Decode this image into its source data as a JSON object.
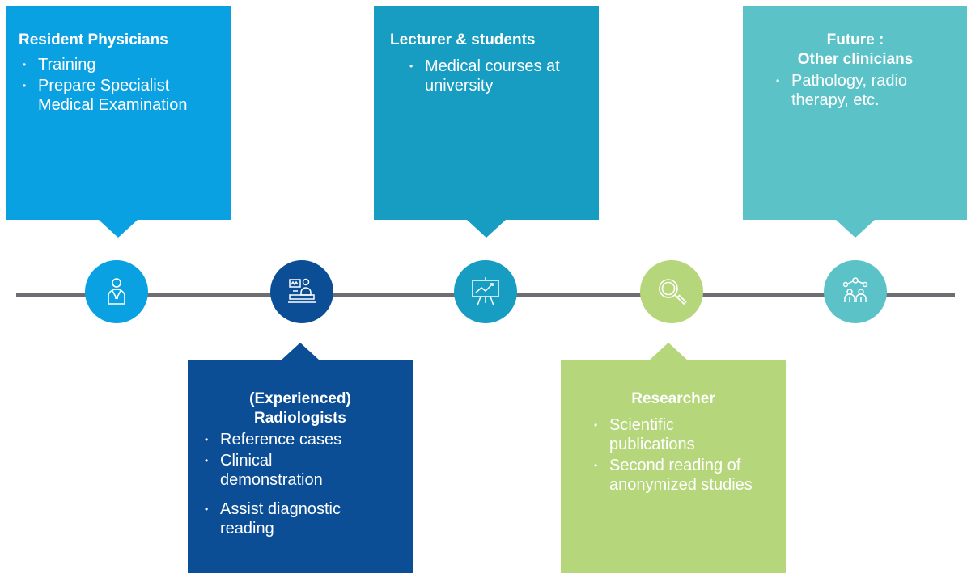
{
  "colors": {
    "resident": "#0aa1e2",
    "radiologist": "#0b4e96",
    "lecturer": "#169dc1",
    "researcher": "#b5d67a",
    "future": "#5bc3c8",
    "line": "#6d6e71"
  },
  "resident": {
    "title": "Resident Physicians",
    "items": [
      "Training",
      "Prepare Specialist Medical Examination"
    ],
    "icon": "doctor-icon"
  },
  "radiologist": {
    "title_line1": "(Experienced)",
    "title_line2": "Radiologists",
    "items": [
      "Reference cases",
      "Clinical demonstration",
      "Assist diagnostic reading"
    ],
    "icon": "radiology-scanner-icon"
  },
  "lecturer": {
    "title": "Lecturer & students",
    "items": [
      "Medical courses at university"
    ],
    "icon": "presentation-board-icon"
  },
  "researcher": {
    "title": "Researcher",
    "items": [
      "Scientific publications",
      "Second reading of anonymized studies"
    ],
    "icon": "magnifier-icon"
  },
  "future": {
    "title_line1": "Future :",
    "title_line2": "Other clinicians",
    "items": [
      "Pathology, radio therapy, etc."
    ],
    "icon": "group-network-icon"
  }
}
